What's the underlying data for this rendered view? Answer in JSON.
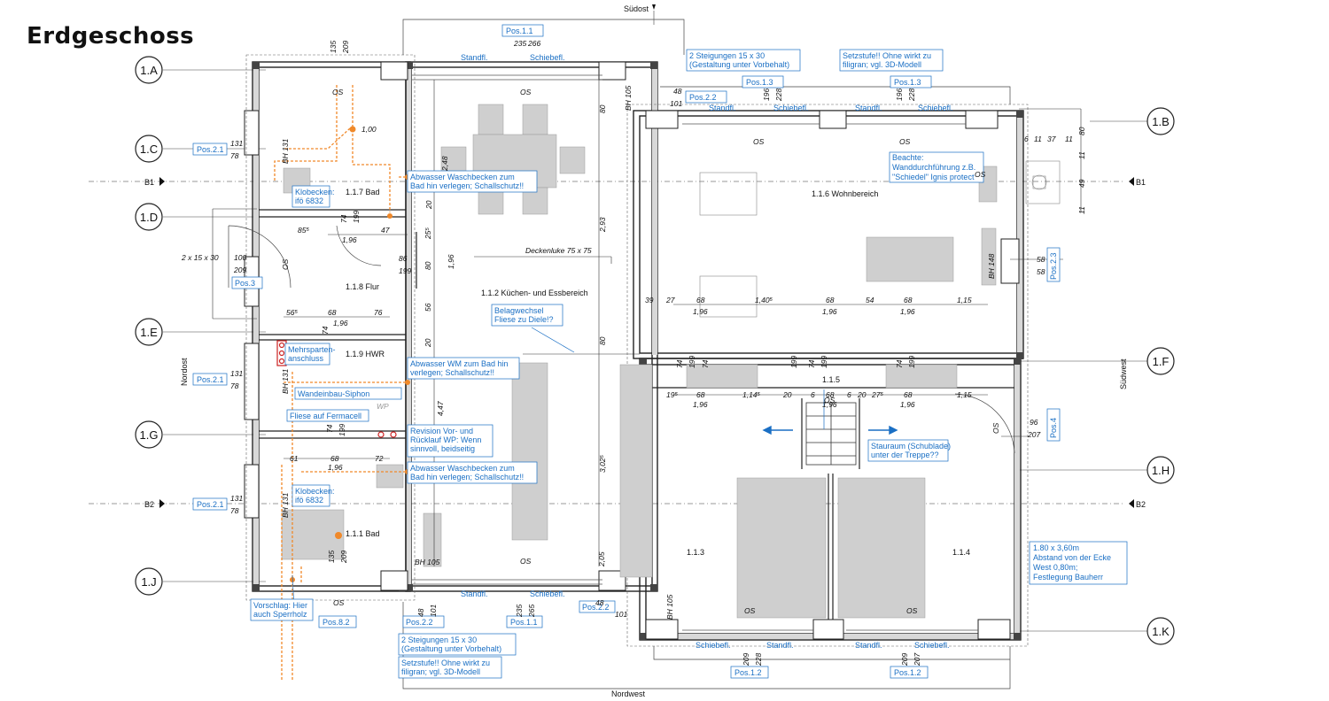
{
  "title": "Erdgeschoss",
  "compass": {
    "top": "Südost",
    "bottom": "Nordwest",
    "left": "Nordost",
    "right": "Südwest"
  },
  "sections": {
    "b1_left": "B1",
    "b1_right": "B1",
    "b2_left": "B2",
    "b2_right": "B2"
  },
  "grid_axes": [
    "1.A",
    "1.B",
    "1.C",
    "1.D",
    "1.E",
    "1.F",
    "1.G",
    "1.H",
    "1.J",
    "1.K"
  ],
  "rooms": {
    "bad_oben": "1.1.7 Bad",
    "flur": "1.1.8 Flur",
    "hwr": "1.1.9 HWR",
    "bad_unten": "1.1.1 Bad",
    "kueche": "1.1.2 Küchen- und Essbereich",
    "wohn": "1.1.6 Wohnbereich",
    "treppe": "1.1.5",
    "zimmer3": "1.1.3",
    "zimmer4": "1.1.4"
  },
  "tags": {
    "pos11_top": "Pos.1.1",
    "pos13_a": "Pos.1.3",
    "pos13_b": "Pos.1.3",
    "pos22_top": "Pos.2.2",
    "pos21_c": "Pos.2.1",
    "pos21_e": "Pos.2.1",
    "pos21_b2": "Pos.2.1",
    "pos3": "Pos.3",
    "pos23": "Pos.2.3",
    "pos4": "Pos.4",
    "pos22_bot_a": "Pos.2.2",
    "pos22_bot_b": "Pos.2.2",
    "pos11_bot": "Pos.1.1",
    "pos82": "Pos.8.2",
    "pos12_a": "Pos.1.2",
    "pos12_b": "Pos.1.2"
  },
  "notes": {
    "steig_top_1": "2 Steigungen 15 x 30",
    "steig_top_2": "(Gestaltung unter Vorbehalt)",
    "setz_top_1": "Setzstufe!! Ohne wirkt zu",
    "setz_top_2": "filigran; vgl. 3D-Modell",
    "beachte_1": "Beachte:",
    "beachte_2": "Wanddurchführung z.B.",
    "beachte_3": "\"Schiedel\" Ignis protect",
    "abw_bad1_1": "Abwasser Waschbecken zum",
    "abw_bad1_2": "Bad hin verlegen; Schallschutz!!",
    "klobecken1_1": "Klobecken:",
    "klobecken1_2": "ifö 6832",
    "belag_1": "Belagwechsel",
    "belag_2": "Fliese zu Diele!?",
    "mehr_1": "Mehrsparten-",
    "mehr_2": "anschluss",
    "abw_wm_1": "Abwasser WM zum Bad hin",
    "abw_wm_2": "verlegen; Schallschutz!!",
    "siphon": "Wandeinbau-Siphon",
    "fliese": "Fliese auf Fermacell",
    "revision_1": "Revision Vor- und",
    "revision_2": "Rücklauf WP: Wenn",
    "revision_3": "sinnvoll, beidseitig",
    "abw_bad2_1": "Abwasser Waschbecken zum",
    "abw_bad2_2": "Bad hin verlegen; Schallschutz!!",
    "klobecken2_1": "Klobecken:",
    "klobecken2_2": "ifö 6832",
    "stauraum_1": "Stauraum (Schublade)",
    "stauraum_2": "unter der Treppe??",
    "vorschlag_1": "Vorschlag: Hier",
    "vorschlag_2": "auch Sperrholz",
    "steig_bot_1": "2 Steigungen 15 x 30",
    "steig_bot_2": "(Gestaltung unter Vorbehalt)",
    "setz_bot_1": "Setzstufe!! Ohne wirkt zu",
    "setz_bot_2": "filigran; vgl. 3D-Modell",
    "ecke_1": "1.80 x 3,60m",
    "ecke_2": "Abstand von der Ecke",
    "ecke_3": "West 0,80m;",
    "ecke_4": "Festlegung Bauherr"
  },
  "window_labels": {
    "top_standfl": "Standfl.",
    "top_schiebefl": "Schiebefl.",
    "r_standfl_1": "Standfl.",
    "r_schiebefl_1": "Schiebefl.",
    "r_standfl_2": "Standfl.",
    "r_schiebefl_2": "Schiebefl.",
    "bot_standfl": "Standfl.",
    "bot_schiebefl": "Schiebefl.",
    "br_schiebefl_1": "Schiebefl.",
    "br_standfl_1": "Standfl.",
    "br_standfl_2": "Standfl.",
    "br_schiebefl_2": "Schiebefl."
  },
  "dimensions": {
    "top_235": "235",
    "top_266": "266",
    "top_135": "135",
    "top_209": "209",
    "r_196a": "196",
    "r_228a": "228",
    "r_196b": "196",
    "r_228b": "228",
    "bh105_top": "BH 105",
    "d48": "48",
    "d101": "101",
    "d131": "131",
    "d78": "78",
    "bh131": "BH 131",
    "d100": "1,00",
    "d248": "2,48",
    "d80a": "80",
    "d20": "20",
    "d74": "74",
    "d199": "199",
    "d47": "47",
    "d855": "85⁵",
    "d196": "1,96",
    "d293": "2,93",
    "stairs": "2 x 15 x 30",
    "d100b": "100",
    "d209b": "209",
    "d86": "86",
    "d199b": "199",
    "d251": "25⁵",
    "d80b": "80",
    "d196b": "1,96",
    "deckenluke": "Deckenluke 75 x 75",
    "d565": "56⁵",
    "d68": "68",
    "d76": "76",
    "d74b": "74",
    "d196c": "1,96",
    "d56": "56",
    "d80c": "80",
    "d20b": "20",
    "row_39": "39",
    "row_27": "27",
    "row_68a": "68",
    "row_196a": "1,96",
    "row_1405": "1,40⁵",
    "row_68b": "68",
    "row_196b": "1,96",
    "row_54": "54",
    "row_68c": "68",
    "row_196c": "1,96",
    "row_115": "1,15",
    "bh148": "BH 148",
    "d58a": "58",
    "d58b": "58",
    "r_6": "6",
    "r_11": "11",
    "r_37": "37",
    "r_11b": "11",
    "r_80": "80",
    "r_11c": "11",
    "r_49": "49",
    "r_11d": "11",
    "f_74a": "74",
    "f_199a": "199",
    "f_74b": "74",
    "f_199b": "199",
    "f_74c": "74",
    "f_199c": "199",
    "f_74d": "74",
    "f_199d": "199",
    "h_195": "19⁵",
    "h_68a": "68",
    "h_196a": "1,96",
    "h_1145": "1,14⁵",
    "h_20a": "20",
    "h_6a": "6",
    "h_68b": "68",
    "h_196b": "1,96",
    "h_6b": "6",
    "h_20b": "20",
    "h_275": "27⁵",
    "h_68c": "68",
    "h_196c": "1,96",
    "h_115": "1,15",
    "d96": "96",
    "d207": "207",
    "g_131": "131",
    "g_78": "78",
    "bh131b": "BH 131",
    "g_447": "4,47",
    "g_74": "74",
    "g_199": "199",
    "g_61": "61",
    "g_68": "68",
    "g_196": "1,96",
    "g_72": "72",
    "b2_131": "131",
    "b2_78": "78",
    "bh131c": "BH 131",
    "g_3025": "3,02⁵",
    "b_135": "135",
    "b_209": "209",
    "bh105_bot": "BH 105",
    "g_205": "2,05",
    "b_235": "235",
    "b_265": "265",
    "b_48": "48",
    "b_101": "101",
    "b_48b": "48",
    "b_101b": "101",
    "bh105_r": "BH 105",
    "br_209a": "209",
    "br_228a": "228",
    "br_209b": "209",
    "br_207b": "207",
    "os_1": "OS",
    "os_2": "OS",
    "os_3": "OS",
    "os_4": "OS",
    "os_5": "OS",
    "os_6": "OS",
    "os_7": "OS",
    "os_8": "OS",
    "os_9": "OS",
    "os_10": "OS",
    "os_11": "OS",
    "os_12": "OS",
    "wp": "WP"
  }
}
